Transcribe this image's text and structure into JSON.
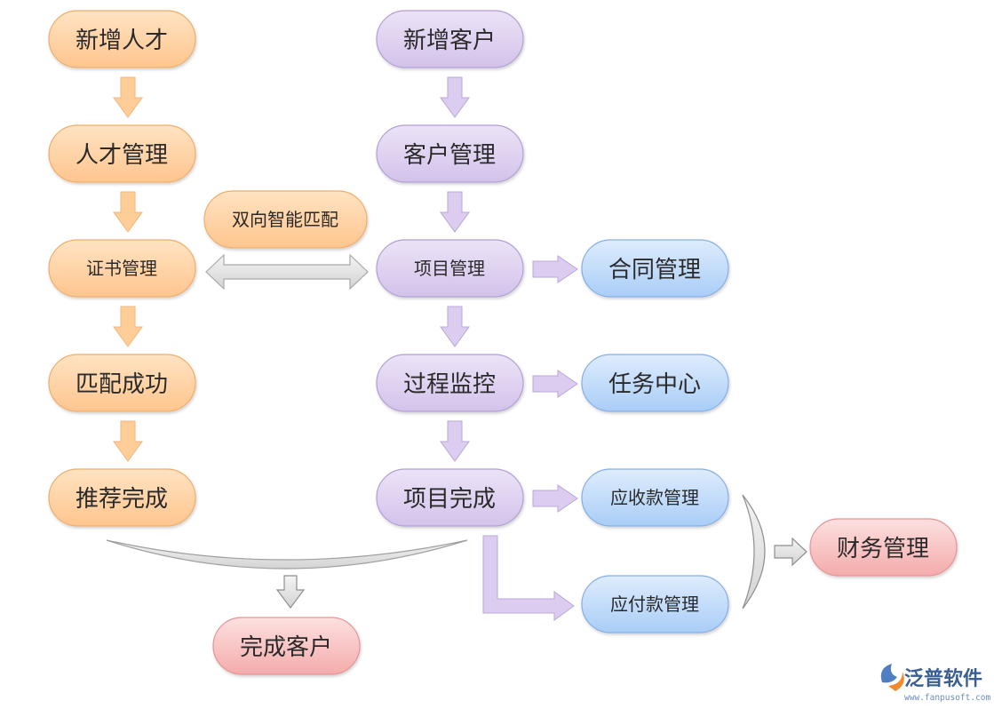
{
  "nodes": {
    "new_talent": "新增人才",
    "talent_mgmt": "人才管理",
    "cert_mgmt": "证书管理",
    "match_success": "匹配成功",
    "recommend_done": "推荐完成",
    "smart_match": "双向智能匹配",
    "new_customer": "新增客户",
    "customer_mgmt": "客户管理",
    "project_mgmt": "项目管理",
    "process_monitor": "过程监控",
    "project_done": "项目完成",
    "contract_mgmt": "合同管理",
    "task_center": "任务中心",
    "receivable_mgmt": "应收款管理",
    "payable_mgmt": "应付款管理",
    "finance_mgmt": "财务管理",
    "customer_done": "完成客户"
  },
  "logo": {
    "name": "泛普软件",
    "url": "www.fanpusoft.com"
  },
  "colors": {
    "orange_fill": "#ffd0a0",
    "orange_stroke": "#f0b070",
    "purple_fill": "#ddd0ee",
    "purple_stroke": "#b8a4d6",
    "blue_fill": "#c3dcfb",
    "blue_stroke": "#8fb6ea",
    "red_fill": "#f9c2c2",
    "red_stroke": "#e99a9a",
    "orange_arrow": "#ffc890",
    "purple_arrow": "#d4c4ec",
    "gray_arrow": "#e6e6e6"
  }
}
